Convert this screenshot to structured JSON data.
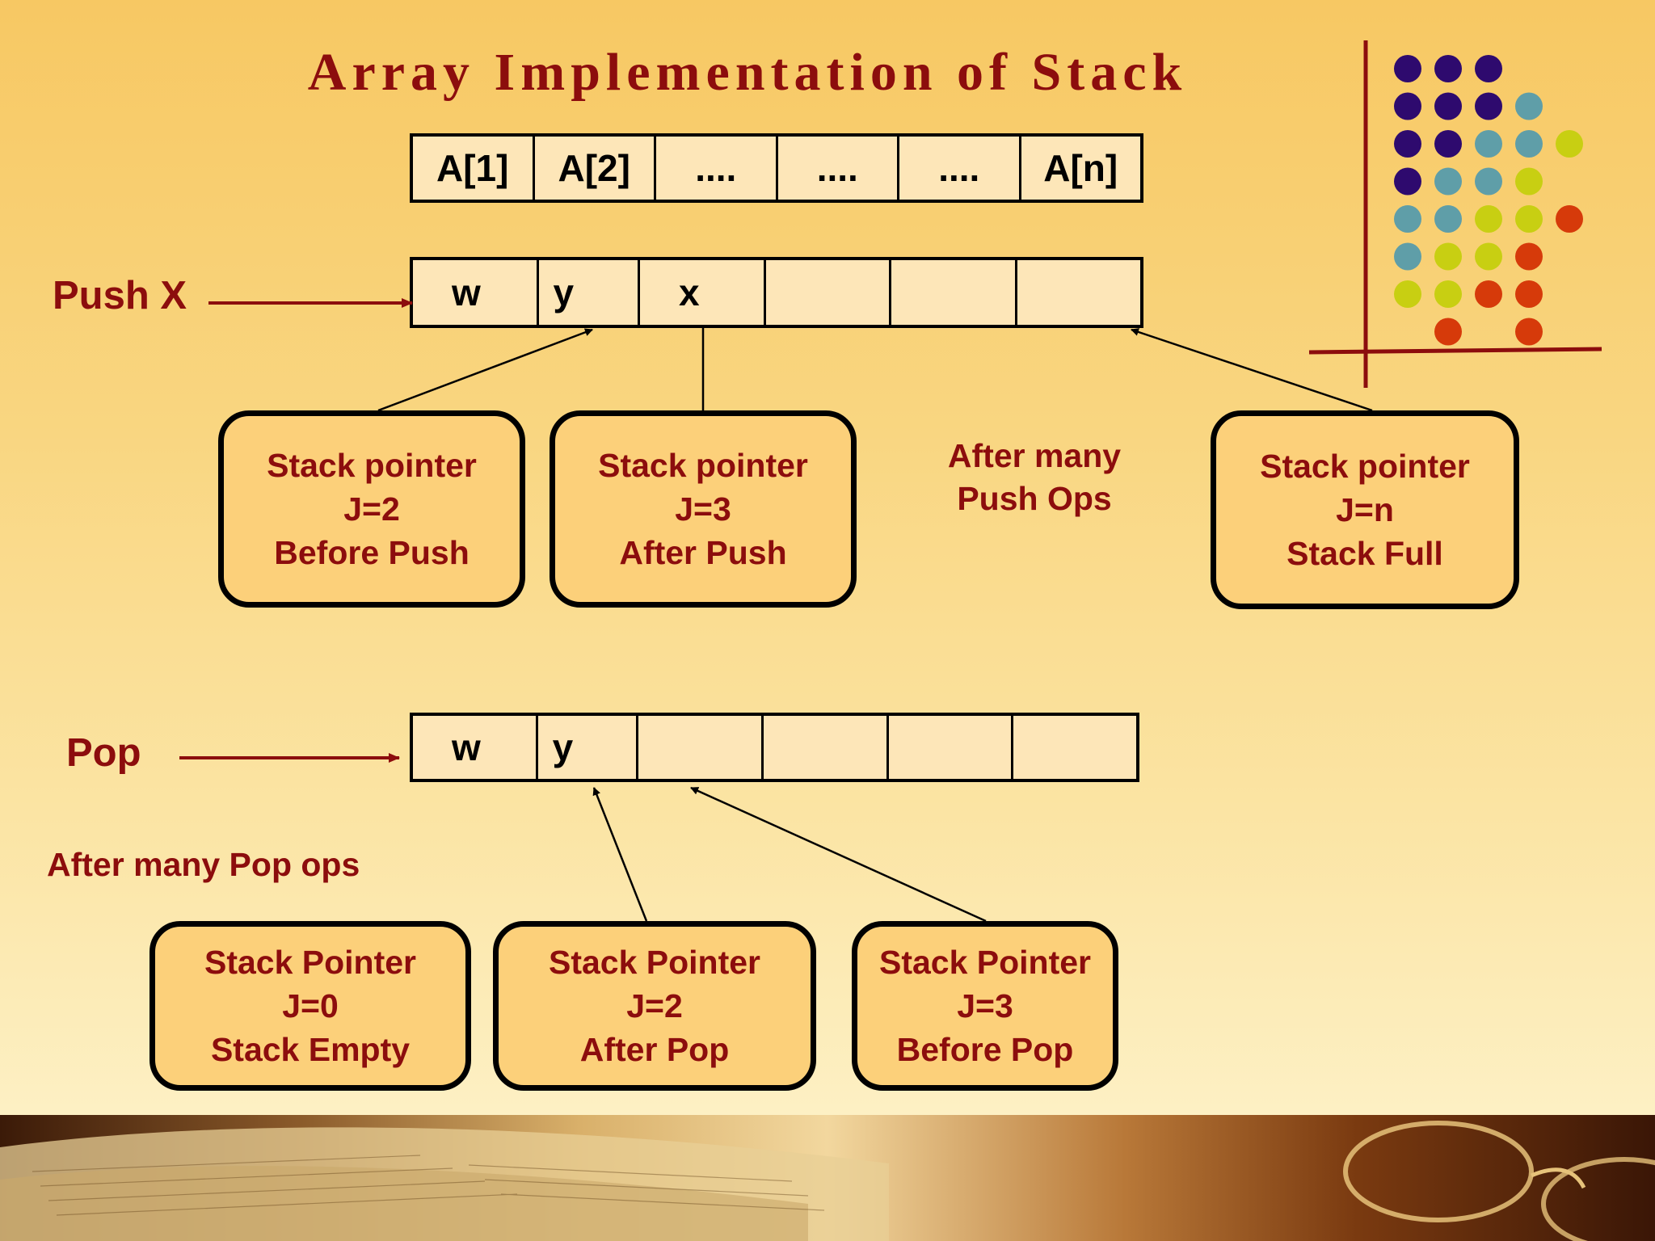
{
  "title": "Array Implementation of Stack",
  "index_array": [
    "A[1]",
    "A[2]",
    "....",
    "....",
    "....",
    "A[n]"
  ],
  "push_section": {
    "label": "Push X",
    "cells": [
      "w",
      "y",
      "x",
      "",
      "",
      ""
    ],
    "boxes": [
      {
        "line1": "Stack pointer",
        "line2": "J=2",
        "line3": "Before Push"
      },
      {
        "line1": "Stack pointer",
        "line2": "J=3",
        "line3": "After Push"
      },
      {
        "line1": "Stack pointer",
        "line2": "J=n",
        "line3": "Stack Full"
      }
    ],
    "note_line1": "After many",
    "note_line2": "Push Ops"
  },
  "pop_section": {
    "label": "Pop",
    "cells": [
      "w",
      "y",
      "",
      "",
      "",
      ""
    ],
    "note": "After many Pop ops",
    "boxes": [
      {
        "line1": "Stack Pointer",
        "line2": "J=0",
        "line3": "Stack Empty"
      },
      {
        "line1": "Stack Pointer",
        "line2": "J=2",
        "line3": "After Pop"
      },
      {
        "line1": "Stack Pointer",
        "line2": "J=3",
        "line3": "Before Pop"
      }
    ]
  },
  "colors": {
    "title": "#8c0d0d",
    "dot_purple": "#2e0a6e",
    "dot_teal": "#5f9ea8",
    "dot_yellow": "#c8cf12",
    "dot_red": "#d63a0a"
  }
}
